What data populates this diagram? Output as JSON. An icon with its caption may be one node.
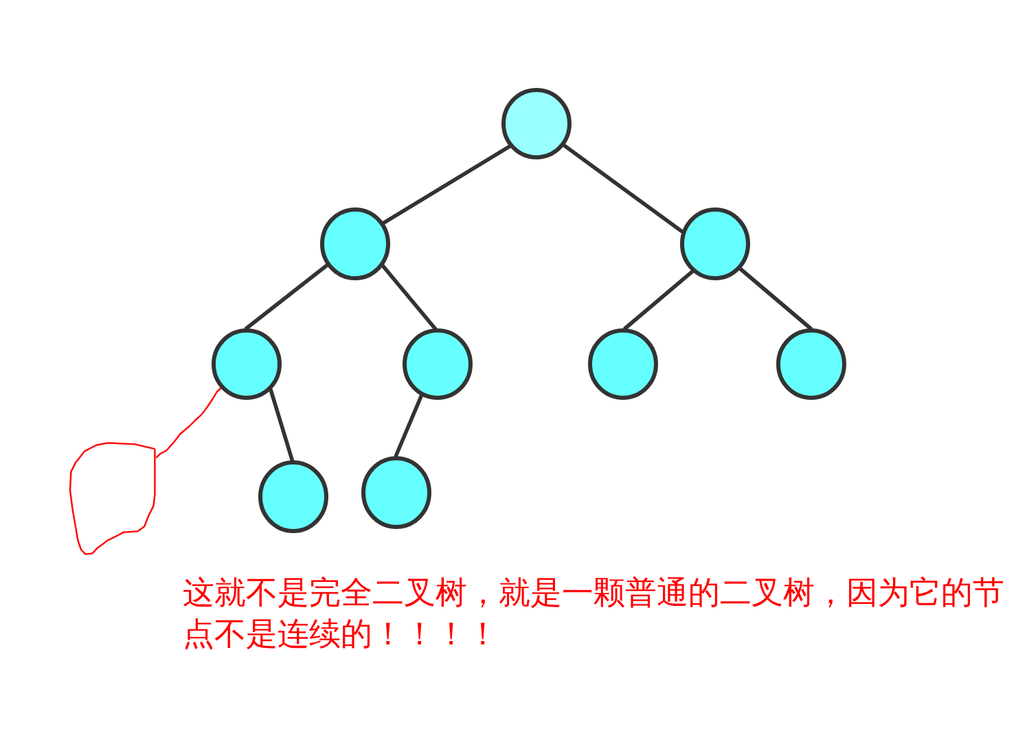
{
  "diagram": {
    "nodes": [
      {
        "text": [],
        "shape": "circle"
      },
      {
        "text": [],
        "shape": "circle"
      },
      {
        "text": [],
        "shape": "circle"
      },
      {
        "text": [],
        "shape": "circle"
      },
      {
        "text": [],
        "shape": "circle"
      },
      {
        "text": [],
        "shape": "circle"
      },
      {
        "text": [],
        "shape": "circle"
      },
      {
        "text": [],
        "shape": "circle"
      },
      {
        "text": [],
        "shape": "circle"
      },
      {
        "text": [],
        "shape": "circle"
      }
    ],
    "edges": [
      {
        "from": 0,
        "to": 1,
        "arrow": "none"
      },
      {
        "from": 0,
        "to": 2,
        "arrow": "none"
      },
      {
        "from": 1,
        "to": 3,
        "arrow": "none"
      },
      {
        "from": 1,
        "to": 4,
        "arrow": "none"
      },
      {
        "from": 2,
        "to": 5,
        "arrow": "none"
      },
      {
        "from": 2,
        "to": 6,
        "arrow": "none"
      },
      {
        "from": 3,
        "to": 8,
        "arrow": "none"
      },
      {
        "from": 4,
        "to": 9,
        "arrow": "none"
      },
      {
        "from": 7,
        "to": 3,
        "arrow": "none",
        "color": "#ff0000"
      }
    ],
    "labels": [
      "这就不是完全二叉树，就是一颗普通的二叉树，因为它的节点不是连续的！！！！"
    ]
  }
}
